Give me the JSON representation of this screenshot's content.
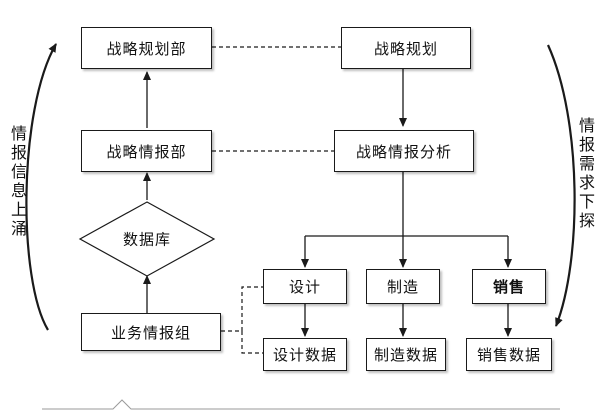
{
  "nodes": {
    "strategy_planning_dept": "战略规划部",
    "strategy_planning": "战略规划",
    "strategy_intel_dept": "战略情报部",
    "strategy_intel_analysis": "战略情报分析",
    "database": "数据库",
    "design": "设计",
    "manufacture": "制造",
    "sales": "销售",
    "business_intel_group": "业务情报组",
    "design_data": "设计数据",
    "manufacture_data": "制造数据",
    "sales_data": "销售数据"
  },
  "side_labels": {
    "left": "情报信息上涌",
    "right": "情报需求下探"
  },
  "colors": {
    "stroke": "#1a1a1a",
    "fill": "#ffffff",
    "text": "#111111"
  }
}
